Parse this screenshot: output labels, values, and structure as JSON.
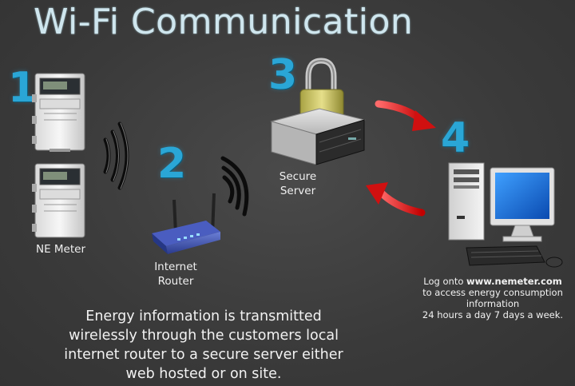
{
  "title": "Wi-Fi Communication",
  "steps": {
    "n1": "1",
    "n2": "2",
    "n3": "3",
    "n4": "4"
  },
  "labels": {
    "meter": "NE Meter",
    "router_line1": "Internet",
    "router_line2": "Router",
    "server_line1": "Secure",
    "server_line2": "Server"
  },
  "logon": {
    "prefix": "Log onto ",
    "url": "www.nemeter.com",
    "line2": "to access energy consumption",
    "line3": "information",
    "line4": "24 hours a day 7 days a week."
  },
  "caption": {
    "line1": "Energy information is transmitted",
    "line2": "wirelessly through the customers local",
    "line3": "internet router to a secure server either",
    "line4": "web hosted or on site."
  },
  "colors": {
    "accent_number": "#2aa6d6",
    "arrow_red": "#e01818",
    "title": "#cfe6ee"
  },
  "icons": [
    "meter-icon",
    "wifi-signal-icon",
    "router-icon",
    "padlock-icon",
    "server-icon",
    "arrow-icon",
    "computer-icon"
  ]
}
